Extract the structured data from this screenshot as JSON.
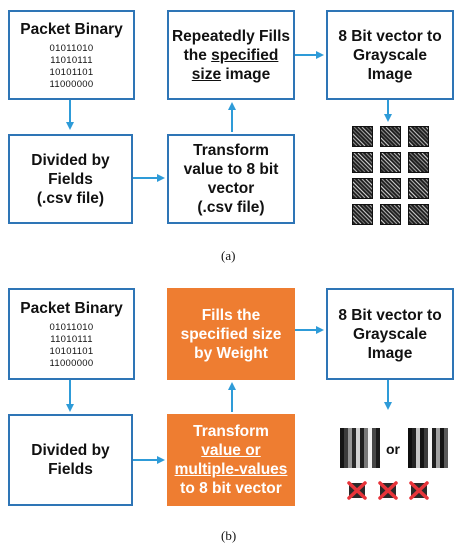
{
  "panel_a": {
    "packet": {
      "title": "Packet Binary",
      "bits": [
        "01011010",
        "11010111",
        "10101101",
        "11000000"
      ]
    },
    "fills": {
      "line1": "Repeatedly Fills",
      "line2_pre": "the ",
      "line2_u": "specified",
      "line3_u": "size",
      "line3_post": " image"
    },
    "grayscale": {
      "line1": "8 Bit vector to",
      "line2": "Grayscale",
      "line3": "Image"
    },
    "divided": {
      "line1": "Divided by",
      "line2": "Fields",
      "line3": "(.csv file)"
    },
    "transform": {
      "line1": "Transform",
      "line2": "value to 8 bit",
      "line3": "vector",
      "line4": "(.csv file)"
    },
    "caption": "(a)"
  },
  "panel_b": {
    "packet": {
      "title": "Packet Binary",
      "bits": [
        "01011010",
        "11010111",
        "10101101",
        "11000000"
      ]
    },
    "fills": {
      "line1": "Fills the",
      "line2": "specified size",
      "line3": "by Weight"
    },
    "grayscale": {
      "line1": "8 Bit vector to",
      "line2": "Grayscale",
      "line3": "Image"
    },
    "divided": {
      "line1": "Divided by",
      "line2": "Fields"
    },
    "transform": {
      "line1": "Transform",
      "line2_u": "value or",
      "line3_u": "multiple-values",
      "line4": "to 8 bit vector"
    },
    "or_label": "or",
    "caption": "(b)"
  },
  "colors": {
    "box_border": "#2e75b6",
    "arrow": "#2e9bd8",
    "highlight": "#ee7d31",
    "reject": "#e8343a"
  }
}
